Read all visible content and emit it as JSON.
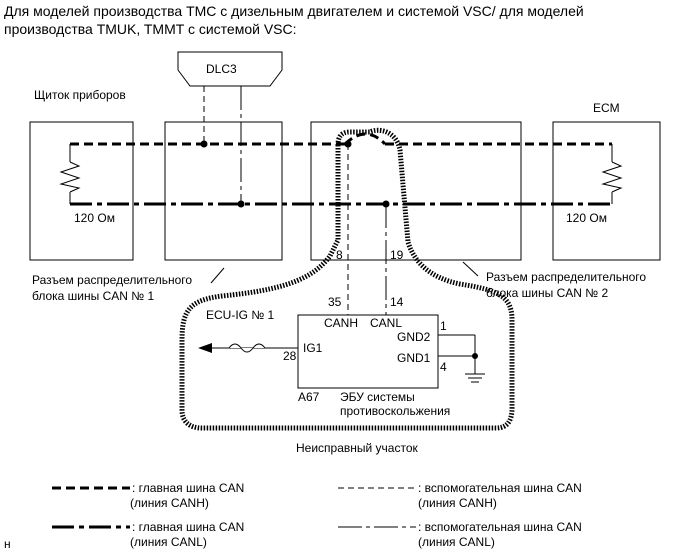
{
  "header": {
    "line1": "Для моделей производства ТМС с дизельным двигателем и системой VSC/ для моделей",
    "line2": "производства TMUK, TMMT с системой VSC:"
  },
  "dlc": {
    "label": "DLC3"
  },
  "meter": {
    "label": "Щиток приборов",
    "resistor": "120 Ом"
  },
  "ecm": {
    "label": "ECM",
    "resistor": "120 Ом"
  },
  "junction1": {
    "line1": "Разъем распределительного",
    "line2": "блока шины CAN № 1"
  },
  "junction2": {
    "line1": "Разъем распределительного",
    "line2": "блока шины CAN № 2"
  },
  "pins": {
    "j_canh": "8",
    "j_canl": "19",
    "ecu_canh": "35",
    "ecu_canl": "14",
    "ig1": "28",
    "gnd2": "1",
    "gnd1": "4"
  },
  "ecu": {
    "fuse_label": "ECU-IG № 1",
    "canh": "CANH",
    "canl": "CANL",
    "gnd2": "GND2",
    "gnd1": "GND1",
    "ig1": "IG1",
    "connector_code": "A67",
    "name_line1": "ЭБУ системы",
    "name_line2": "противоскольжения",
    "j_canh": "CANH",
    "j_canl": "CANL"
  },
  "fault_area": {
    "label": "Неисправный участок"
  },
  "legend": {
    "main_h_1": ": главная шина CAN",
    "main_h_2": "(линия CANH)",
    "sub_h_1": ": вспомогательная шина CAN",
    "sub_h_2": "(линия CANH)",
    "main_l_1": ": главная шина CAN",
    "main_l_2": "(линия CANL)",
    "sub_l_1": ": вспомогательная шина CAN",
    "sub_l_2": "(линия CANL)"
  },
  "corner_mark": "н",
  "colors": {
    "line": "#000000",
    "background": "#ffffff"
  }
}
